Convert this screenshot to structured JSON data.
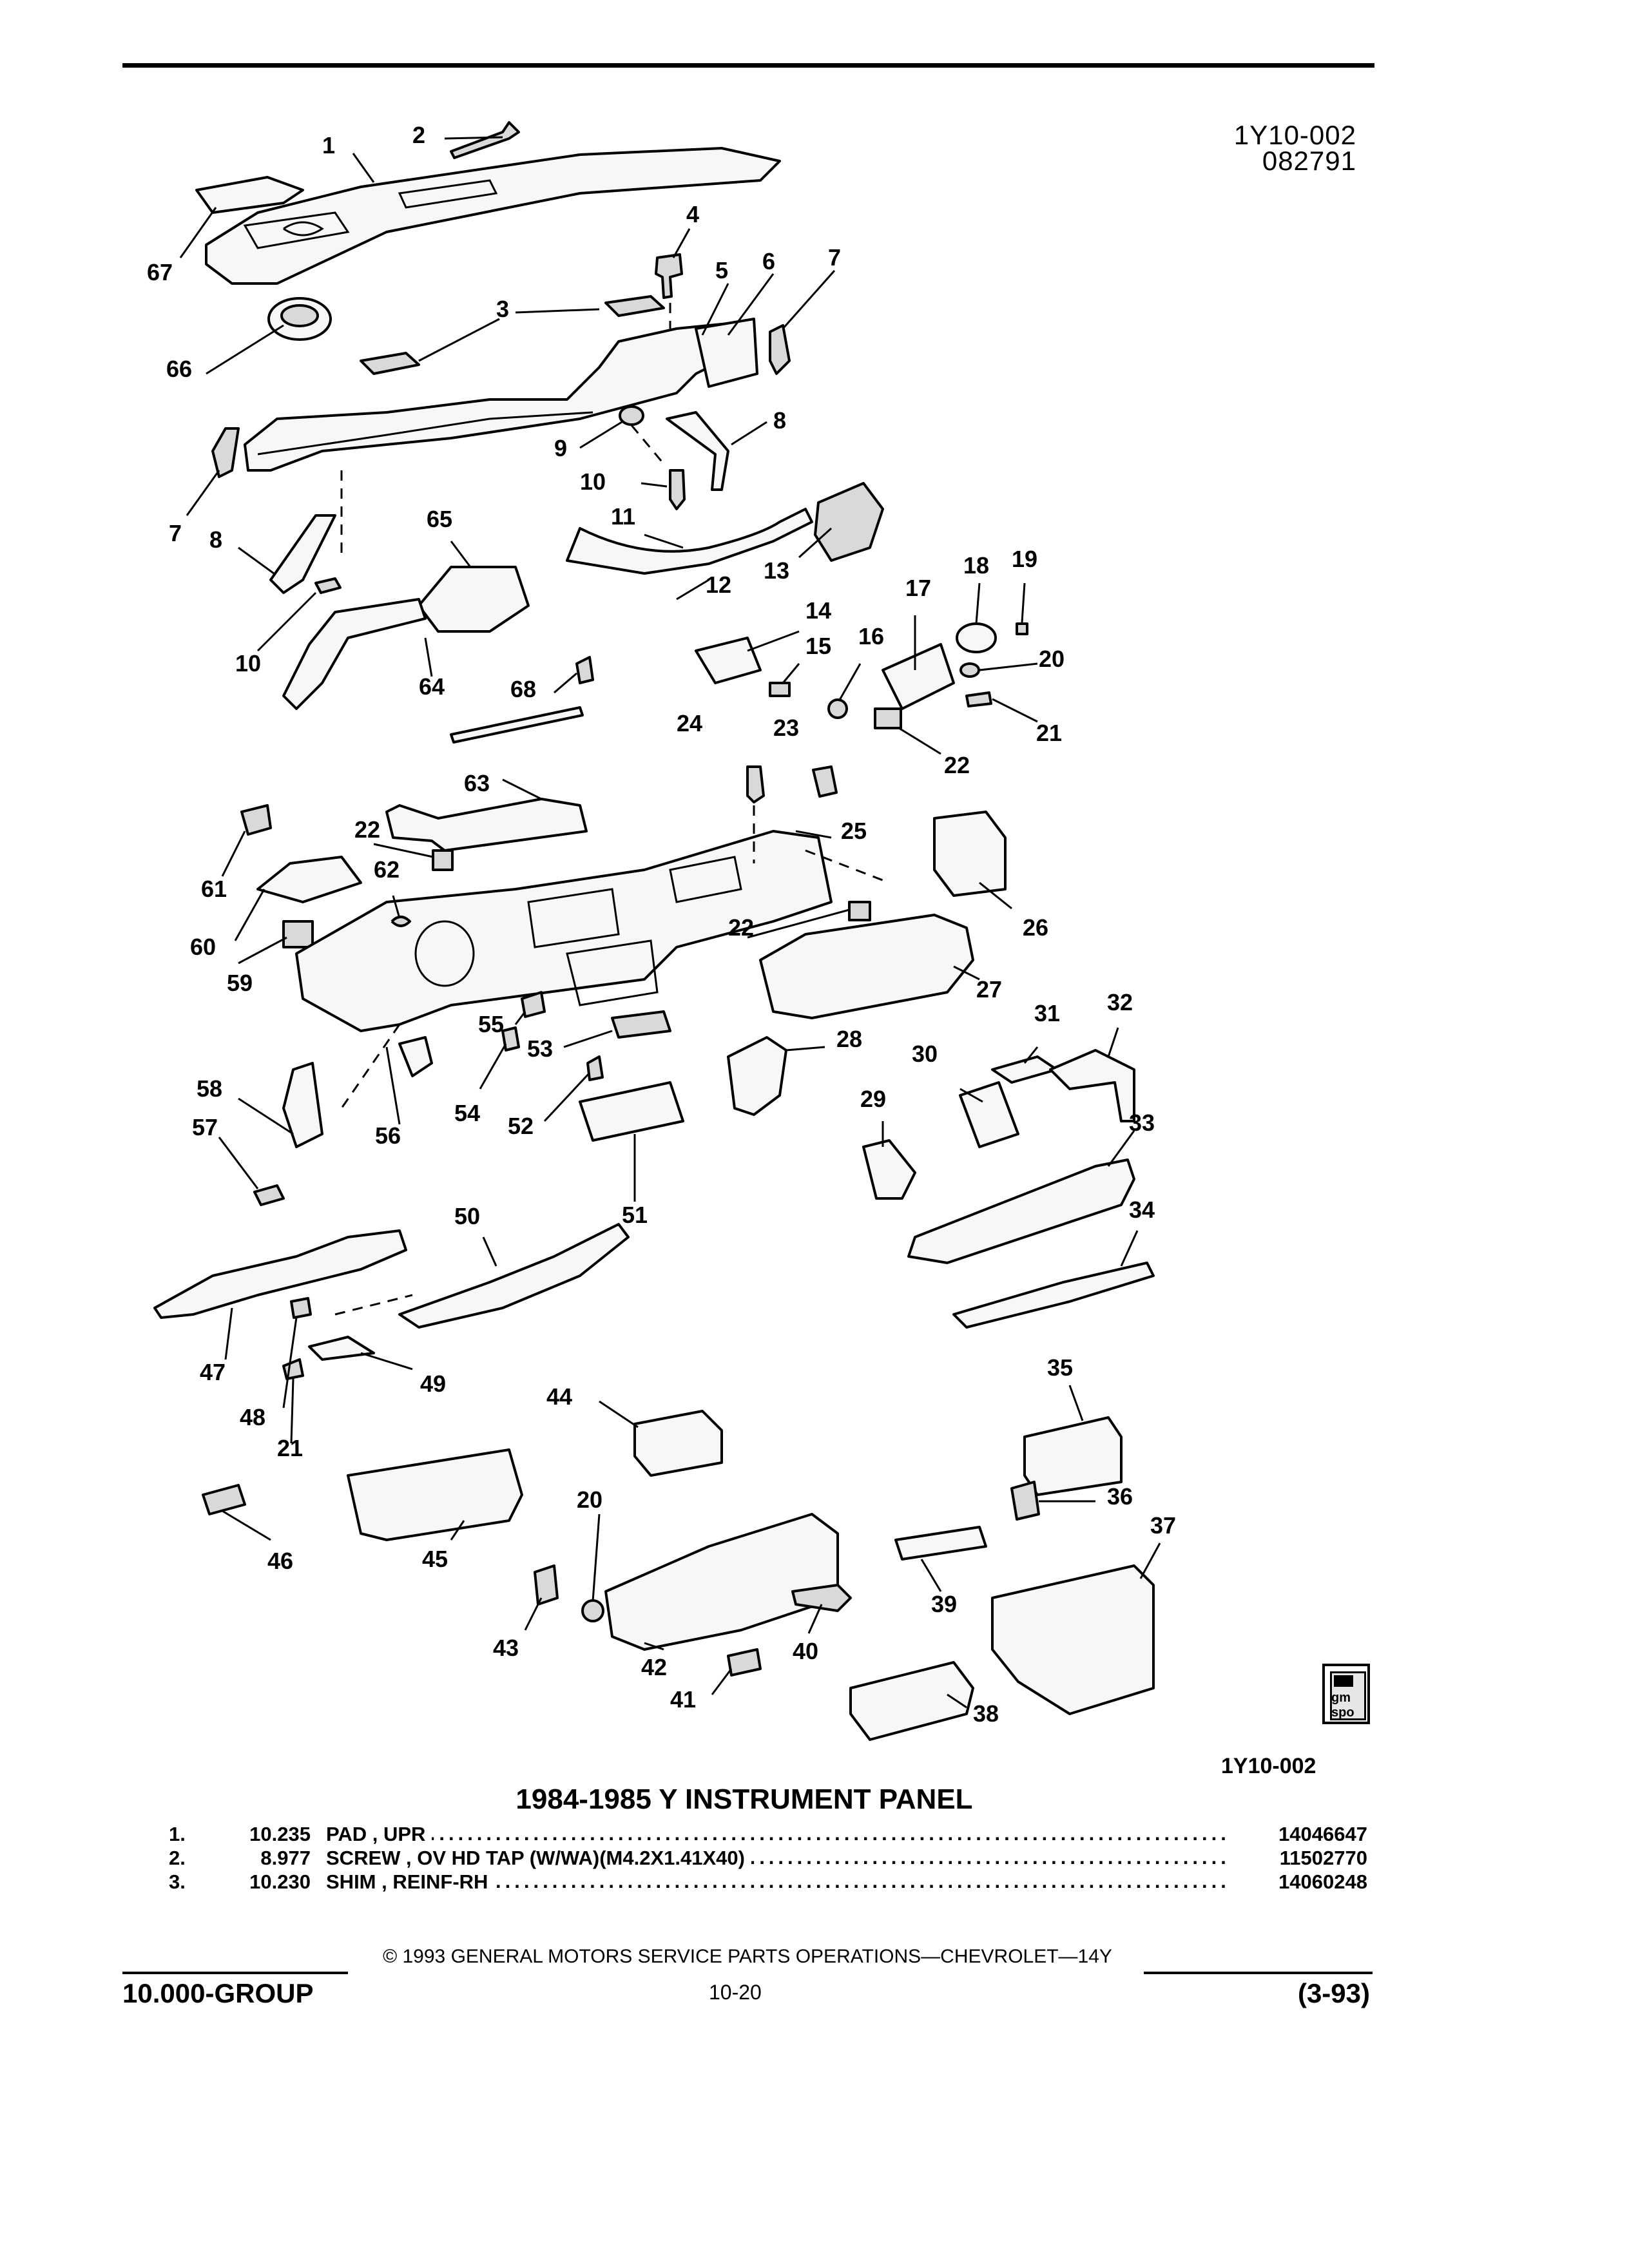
{
  "header": {
    "code_top": "1Y10-002",
    "date_code": "082791"
  },
  "diagram": {
    "code_bottom": "1Y10-002",
    "logo_text": "gm spo",
    "callouts": [
      "1",
      "2",
      "3",
      "4",
      "5",
      "6",
      "7",
      "7",
      "8",
      "8",
      "9",
      "10",
      "10",
      "11",
      "12",
      "13",
      "14",
      "15",
      "16",
      "17",
      "18",
      "19",
      "20",
      "20",
      "21",
      "21",
      "22",
      "22",
      "22",
      "23",
      "24",
      "25",
      "26",
      "27",
      "28",
      "29",
      "30",
      "31",
      "32",
      "33",
      "34",
      "35",
      "36",
      "37",
      "38",
      "39",
      "40",
      "41",
      "42",
      "43",
      "44",
      "45",
      "46",
      "47",
      "48",
      "49",
      "50",
      "51",
      "52",
      "53",
      "54",
      "55",
      "56",
      "57",
      "58",
      "59",
      "60",
      "61",
      "62",
      "63",
      "64",
      "65",
      "66",
      "67",
      "68"
    ]
  },
  "title": "1984-1985 Y INSTRUMENT PANEL",
  "parts": [
    {
      "num": "1.",
      "code": "10.235",
      "desc": "PAD , UPR",
      "part": "14046647"
    },
    {
      "num": "2.",
      "code": "8.977",
      "desc": "SCREW , OV HD TAP (W/WA)(M4.2X1.41X40)",
      "part": "11502770"
    },
    {
      "num": "3.",
      "code": "10.230",
      "desc": "SHIM , REINF-RH",
      "part": "14060248"
    }
  ],
  "footer": {
    "copyright": "© 1993  GENERAL MOTORS SERVICE PARTS OPERATIONS—CHEVROLET—14Y",
    "group": "10.000-GROUP",
    "page": "10-20",
    "date": "(3-93)"
  }
}
